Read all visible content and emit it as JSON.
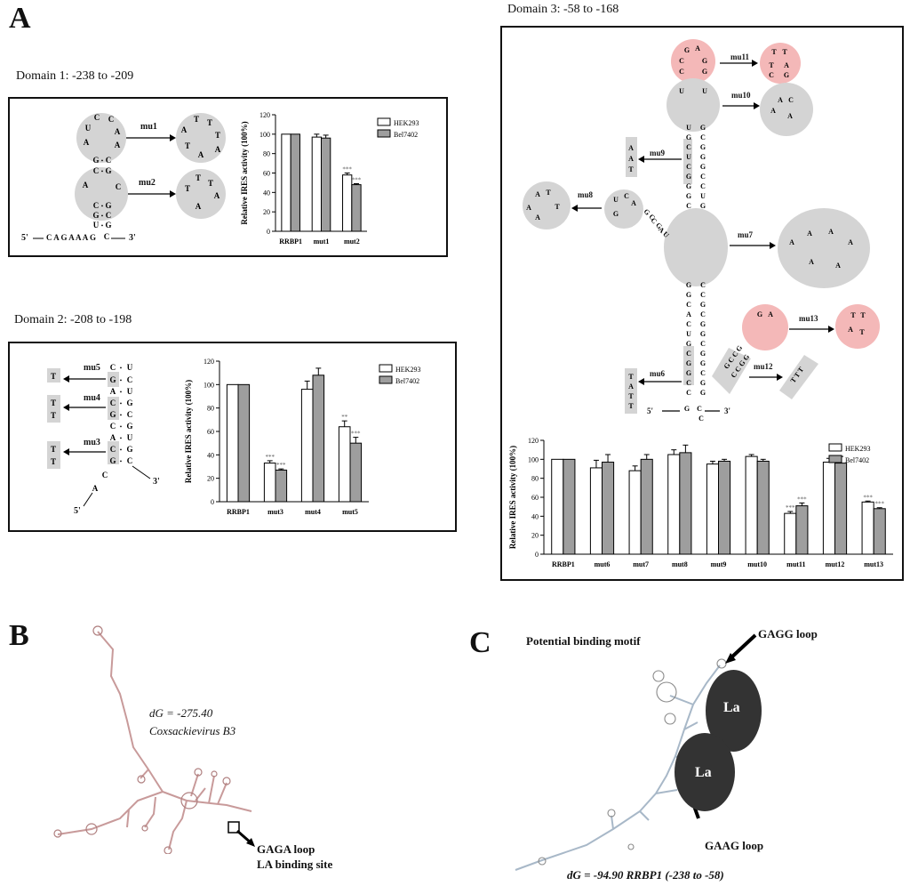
{
  "panel_A": {
    "letter": "A",
    "domain1": {
      "title": "Domain 1: -238 to -209",
      "mut_labels": [
        "mu1",
        "mu2"
      ],
      "seq_left": "5'",
      "seq": "C A G A A A G",
      "seq_right": "3'"
    },
    "domain2": {
      "title": "Domain 2: -208 to -198",
      "mut_labels": [
        "mu5",
        "mu4",
        "mu3"
      ],
      "end5": "5'",
      "end3": "3'"
    },
    "domain3": {
      "title": "Domain 3: -58 to -168",
      "mut_labels": [
        "mu11",
        "mu10",
        "mu9",
        "mu8",
        "mu7",
        "mu13",
        "mu6",
        "mu12"
      ],
      "end5": "5'",
      "end3": "3'"
    }
  },
  "panel_B": {
    "letter": "B",
    "dg": "dG = -275.40",
    "organism": "Coxsackievirus B3",
    "callout1": "GAGA loop",
    "callout2": "LA binding site"
  },
  "panel_C": {
    "letter": "C",
    "motif": "Potential binding motif",
    "gagg": "GAGG loop",
    "gaag": "GAAG loop",
    "la1": "La",
    "la2": "La",
    "dg": "dG = -94.90  RRBP1 (-238 to -58)"
  },
  "chart_data": [
    {
      "type": "bar",
      "ylabel": "Relative IRES activity (100%)",
      "ylim": [
        0,
        120
      ],
      "yticks": [
        0,
        20,
        40,
        60,
        80,
        100,
        120
      ],
      "categories": [
        "RRBP1",
        "mut1",
        "mut2"
      ],
      "series": [
        {
          "name": "HEK293",
          "color": "#ffffff",
          "values": [
            100,
            97,
            58
          ],
          "errors": [
            0,
            3,
            2
          ]
        },
        {
          "name": "Bel7402",
          "color": "#9e9e9e",
          "values": [
            100,
            96,
            48
          ],
          "errors": [
            0,
            3,
            1
          ]
        }
      ],
      "sig": [
        [
          "",
          ""
        ],
        [
          "",
          ""
        ],
        [
          "***",
          "***"
        ]
      ]
    },
    {
      "type": "bar",
      "ylabel": "Relative IRES activity (100%)",
      "ylim": [
        0,
        120
      ],
      "yticks": [
        0,
        20,
        40,
        60,
        80,
        100,
        120
      ],
      "categories": [
        "RRBP1",
        "mut3",
        "mut4",
        "mut5"
      ],
      "series": [
        {
          "name": "HEK293",
          "color": "#ffffff",
          "values": [
            100,
            33,
            96,
            64
          ],
          "errors": [
            0,
            2,
            7,
            5
          ]
        },
        {
          "name": "Bel7402",
          "color": "#9e9e9e",
          "values": [
            100,
            27,
            108,
            50
          ],
          "errors": [
            0,
            1,
            6,
            5
          ]
        }
      ],
      "sig": [
        [
          "",
          ""
        ],
        [
          "***",
          "***"
        ],
        [
          "",
          ""
        ],
        [
          "**",
          "***"
        ]
      ]
    },
    {
      "type": "bar",
      "ylabel": "Relative IRES activity (100%)",
      "ylim": [
        0,
        120
      ],
      "yticks": [
        0,
        20,
        40,
        60,
        80,
        100,
        120
      ],
      "categories": [
        "RRBP1",
        "mut6",
        "mut7",
        "mut8",
        "mut9",
        "mut10",
        "mut11",
        "mut12",
        "mut13"
      ],
      "series": [
        {
          "name": "HEK293",
          "color": "#ffffff",
          "values": [
            100,
            91,
            88,
            105,
            95,
            103,
            43,
            97,
            55
          ],
          "errors": [
            0,
            8,
            5,
            5,
            3,
            2,
            2,
            4,
            1
          ]
        },
        {
          "name": "Bel7402",
          "color": "#9e9e9e",
          "values": [
            100,
            97,
            100,
            107,
            98,
            98,
            51,
            96,
            48
          ],
          "errors": [
            0,
            8,
            5,
            8,
            2,
            2,
            3,
            7,
            1
          ]
        }
      ],
      "sig": [
        [
          "",
          ""
        ],
        [
          "",
          ""
        ],
        [
          "",
          ""
        ],
        [
          "",
          ""
        ],
        [
          "",
          ""
        ],
        [
          "",
          ""
        ],
        [
          "***",
          "***"
        ],
        [
          "",
          ""
        ],
        [
          "***",
          "***"
        ]
      ]
    }
  ]
}
